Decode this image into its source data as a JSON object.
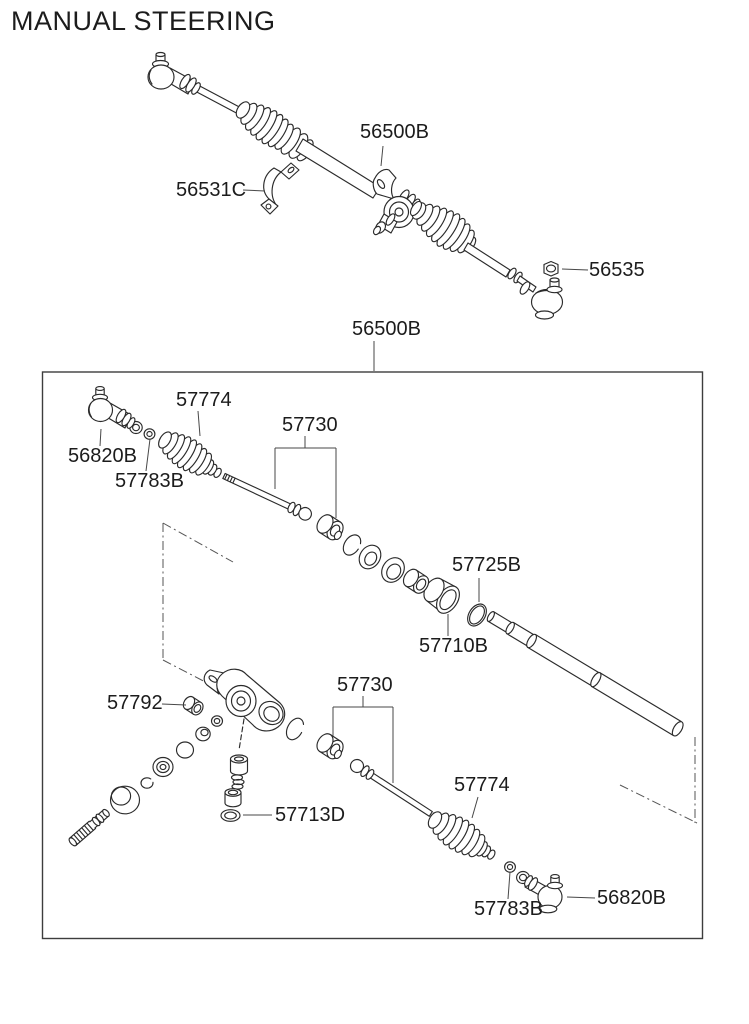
{
  "page": {
    "title": "MANUAL STEERING",
    "background_color": "#ffffff",
    "line_color": "#2b2b2b",
    "text_color": "#1c1c1c"
  },
  "main_assembly": {
    "name": "manual steering gear assembly (top view)",
    "callouts": [
      {
        "id": "main-56500b",
        "text": "56500B"
      },
      {
        "id": "main-56531c",
        "text": "56531C"
      },
      {
        "id": "main-56535",
        "text": "56535"
      }
    ]
  },
  "detail_box": {
    "name": "exploded detail of gear 56500B",
    "box_callout": {
      "id": "box-56500b",
      "text": "56500B"
    },
    "callouts": [
      {
        "id": "box-57774-upper",
        "text": "57774"
      },
      {
        "id": "box-56820b-left",
        "text": "56820B"
      },
      {
        "id": "box-57783b-upper",
        "text": "57783B"
      },
      {
        "id": "box-57730-upper",
        "text": "57730"
      },
      {
        "id": "box-57725b",
        "text": "57725B"
      },
      {
        "id": "box-57710b",
        "text": "57710B"
      },
      {
        "id": "box-57792",
        "text": "57792"
      },
      {
        "id": "box-57730-lower",
        "text": "57730"
      },
      {
        "id": "box-57713d",
        "text": "57713D"
      },
      {
        "id": "box-57774-lower",
        "text": "57774"
      },
      {
        "id": "box-57783b-lower",
        "text": "57783B"
      },
      {
        "id": "box-56820b-right",
        "text": "56820B"
      }
    ]
  }
}
